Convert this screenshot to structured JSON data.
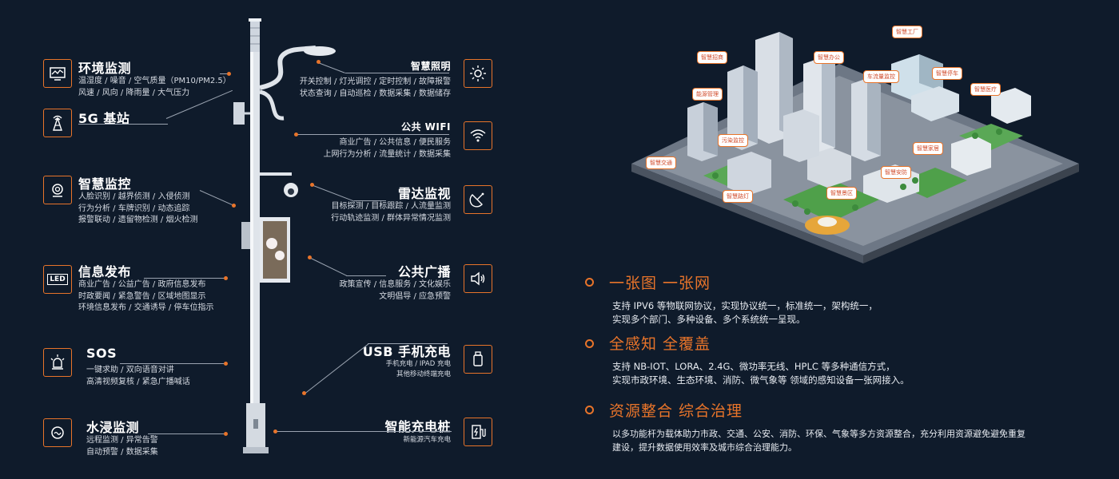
{
  "colors": {
    "background": "#0f1b2b",
    "accent": "#e8742a",
    "text": "#ffffff"
  },
  "left_features": [
    {
      "title": "环境监测",
      "desc": "温湿度 / 噪音 / 空气质量（PM10/PM2.5）\n风速 / 风向 / 降雨量 / 大气压力",
      "icon": "environment-monitor-icon"
    },
    {
      "title": "5G 基站",
      "desc": "",
      "icon": "antenna-icon"
    },
    {
      "title": "智慧监控",
      "desc": "人脸识别 / 越界侦测 / 入侵侦测\n行为分析 / 车牌识别 / 动态追踪\n报警联动 / 遗留物检测 / 烟火检测",
      "icon": "camera-icon"
    },
    {
      "title": "信息发布",
      "desc": "商业广告 / 公益广告 / 政府信息发布\n时政要闻 / 紧急警告 / 区域地图显示\n环境信息发布 / 交通诱导 / 停车位指示",
      "icon": "led-icon",
      "icon_text": "LED"
    },
    {
      "title": "SOS",
      "desc": "一键求助 / 双向语音对讲\n高清视频复核 / 紧急广播喊话",
      "icon": "alarm-light-icon"
    },
    {
      "title": "水浸监测",
      "desc": "远程监测 / 异常告警\n自动预警 / 数据采集",
      "icon": "water-sensor-icon"
    }
  ],
  "right_features": [
    {
      "title": "智慧照明",
      "desc": "开关控制 / 灯光调控 / 定时控制 / 故障报警\n状态查询 / 自动巡检 / 数据采集 / 数据储存",
      "icon": "sun-icon"
    },
    {
      "title": "公共 WIFI",
      "desc": "商业广告 / 公共信息 / 便民服务\n上网行为分析 / 流量统计 / 数据采集",
      "icon": "wifi-icon"
    },
    {
      "title": "雷达监视",
      "desc": "目标探测 / 目标跟踪 / 人流量监测\n行动轨迹监测 / 群体异常情况监测",
      "icon": "radar-icon"
    },
    {
      "title": "公共广播",
      "desc": "政策宣传 / 信息服务 / 文化娱乐\n文明倡导 / 应急预警",
      "icon": "speaker-icon"
    },
    {
      "title": "USB 手机充电",
      "desc": "手机充电 / IPAD 充电\n其他移动终端充电",
      "icon": "usb-icon"
    },
    {
      "title": "智能充电桩",
      "desc": "新能源汽车充电",
      "icon": "charging-pile-icon"
    }
  ],
  "city_labels": [
    "智慧招商",
    "智慧办公",
    "智慧工厂",
    "能源管理",
    "车流量监控",
    "智慧停车",
    "智慧医疗",
    "污染监控",
    "智慧家居",
    "智慧交通",
    "智慧安防",
    "智慧路灯",
    "智慧景区"
  ],
  "sections": [
    {
      "title": "一张图  一张网",
      "desc": "支持 IPV6 等物联网协议，实现协议统一，标准统一，架构统一，\n实现多个部门、多种设备、多个系统统一呈现。"
    },
    {
      "title": "全感知  全覆盖",
      "desc": "支持 NB-IOT、LORA、2.4G、微功率无线、HPLC 等多种通信方式，\n实现市政环境、生态环境、消防、微气象等 领域的感知设备一张网接入。"
    },
    {
      "title": "资源整合  综合治理",
      "desc": "以多功能杆为载体助力市政、交通、公安、消防、环保、气象等多方资源整合，充分利用资源避免避免重复\n建设，提升数据使用效率及城市综合治理能力。"
    }
  ]
}
